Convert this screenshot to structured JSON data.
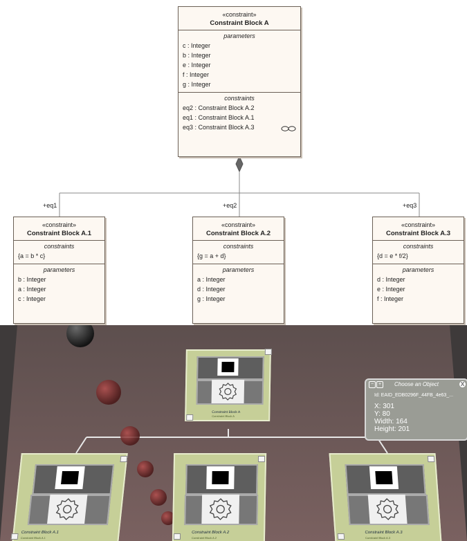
{
  "uml": {
    "parent": {
      "stereotype": "«constraint»",
      "name": "Constraint Block A",
      "parameters_title": "parameters",
      "parameters": [
        "c : Integer",
        "b : Integer",
        "e : Integer",
        "f : Integer",
        "g : Integer"
      ],
      "constraints_title": "constraints",
      "constraints": [
        "eq2 : Constraint Block A.2",
        "eq1 : Constraint Block A.1",
        "eq3 : Constraint Block A.3"
      ],
      "link_icon": "chain-link-icon"
    },
    "children": [
      {
        "role": "+eq1",
        "stereotype": "«constraint»",
        "name": "Constraint Block A.1",
        "constraints_title": "constraints",
        "constraint": "{a = b * c}",
        "parameters_title": "parameters",
        "parameters": [
          "b : Integer",
          "a : Integer",
          "c : Integer"
        ]
      },
      {
        "role": "+eq2",
        "stereotype": "«constraint»",
        "name": "Constraint Block A.2",
        "constraints_title": "constraints",
        "constraint": "{g = a + d}",
        "parameters_title": "parameters",
        "parameters": [
          "a : Integer",
          "d : Integer",
          "g : Integer"
        ]
      },
      {
        "role": "+eq3",
        "stereotype": "«constraint»",
        "name": "Constraint Block A.3",
        "constraints_title": "constraints",
        "constraint": "{d = e *  f/2}",
        "parameters_title": "parameters",
        "parameters": [
          "d : Integer",
          "e : Integer",
          "f : Integer"
        ]
      }
    ]
  },
  "scene": {
    "cards": [
      {
        "caption": "Constraint Block A",
        "subcaption": "Constraint Block A"
      },
      {
        "caption": "Constraint Block A.1",
        "subcaption": "Constraint Block A.1"
      },
      {
        "caption": "Constraint Block A.2",
        "subcaption": "Constraint Block A.2"
      },
      {
        "caption": "Constraint Block A.3",
        "subcaption": "Constraint Block A.3"
      }
    ],
    "hud": {
      "title": "Choose an Object",
      "id_label": "Id: EAID_EDB0296F_44FB_4e63_...",
      "x": "X: 301",
      "y": "Y: 80",
      "width": "Width: 164",
      "height": "Height: 201",
      "minus": "−",
      "plus": "+",
      "close": "X"
    },
    "colors": {
      "floor": "#6b5a58",
      "card": "#c6cf98",
      "sphere": "#7a2a2a"
    }
  }
}
